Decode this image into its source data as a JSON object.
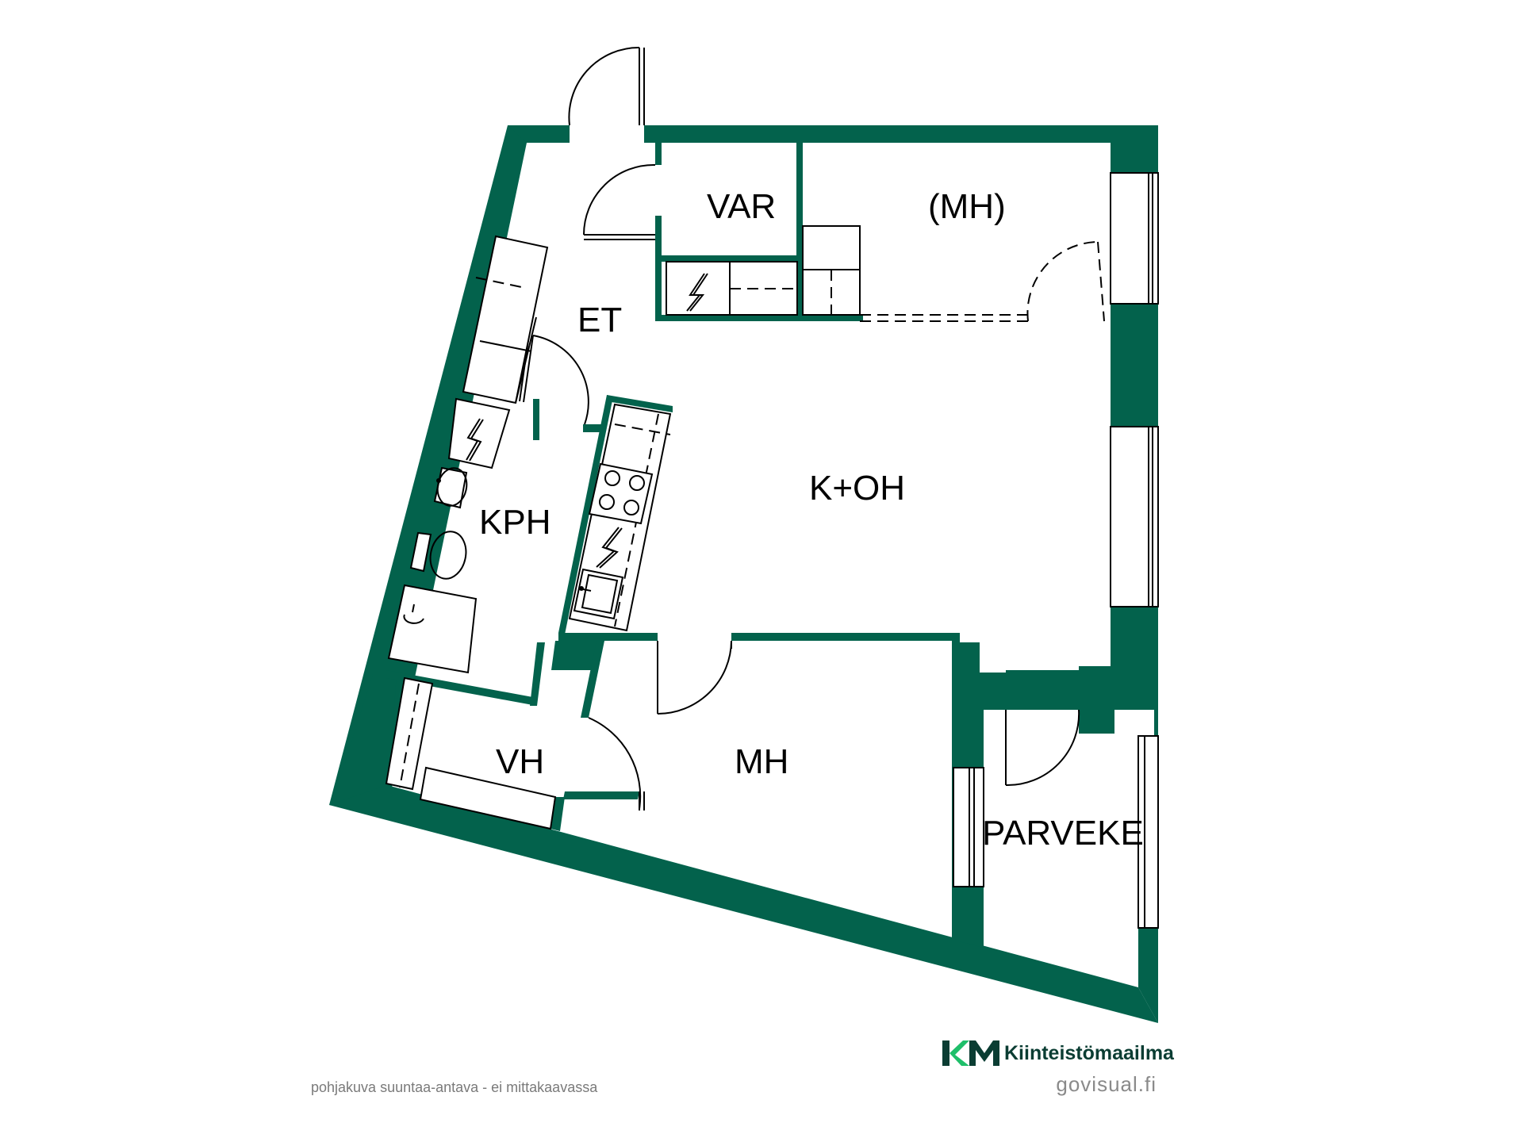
{
  "rooms": {
    "var": "VAR",
    "mh_parenthesis": "(MH)",
    "et": "ET",
    "kph": "KPH",
    "k_oh": "K+OH",
    "vh": "VH",
    "mh": "MH",
    "parveke": "PARVEKE"
  },
  "footer": {
    "note": "pohjakuva suuntaa-antava - ei mittakaavassa",
    "credit": "govisual.fi"
  },
  "brand": {
    "logo_letters": "KM",
    "name": "Kiinteistömaailma",
    "logo_icon": "km-logo-icon"
  },
  "colors": {
    "wall": "#03624c",
    "brand_green": "#1fbf6a",
    "brand_dark": "#0b3d33"
  },
  "icons": {
    "electric_panel": "electric-panel-icon",
    "stove": "stove-icon",
    "sink": "sink-icon",
    "toilet": "toilet-icon",
    "washbasin": "washbasin-icon",
    "shower": "shower-icon"
  }
}
